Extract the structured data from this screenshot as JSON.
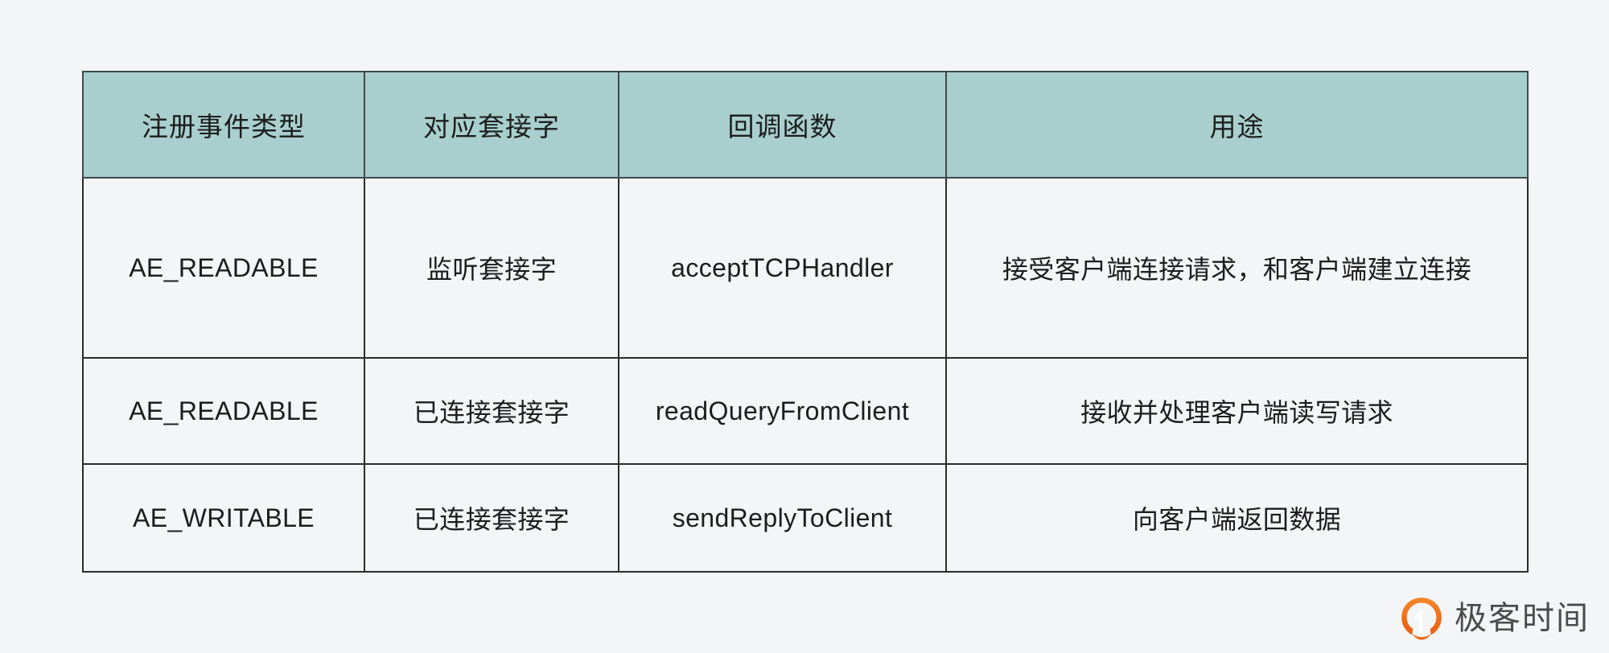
{
  "page": {
    "background_color": "#f4f5f7",
    "text_color": "#1d1d1f"
  },
  "table": {
    "header_background": "#a8cfcd",
    "border_color": "#2b2b2b",
    "columns": [
      {
        "key": "event_type",
        "label": "注册事件类型"
      },
      {
        "key": "socket",
        "label": "对应套接字"
      },
      {
        "key": "callback",
        "label": "回调函数"
      },
      {
        "key": "purpose",
        "label": "用途"
      }
    ],
    "rows": [
      {
        "event_type": "AE_READABLE",
        "socket": "监听套接字",
        "callback": "acceptTCPHandler",
        "purpose": "接受客户端连接请求，和客户端建立连接"
      },
      {
        "event_type": "AE_READABLE",
        "socket": "已连接套接字",
        "callback": "readQueryFromClient",
        "purpose": "接收并处理客户端读写请求"
      },
      {
        "event_type": "AE_WRITABLE",
        "socket": "已连接套接字",
        "callback": "sendReplyToClient",
        "purpose": "向客户端返回数据"
      }
    ]
  },
  "watermark": {
    "brand_name": "极客时间",
    "mark_color": "#ef6a1f",
    "mark_color_light": "#f5832a",
    "text_color": "#4b4b4b"
  }
}
